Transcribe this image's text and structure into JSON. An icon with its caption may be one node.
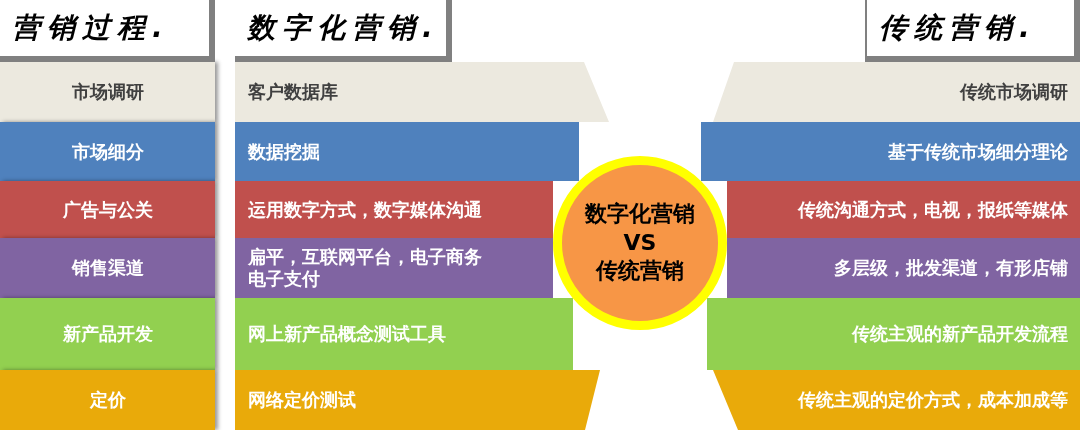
{
  "diagram": {
    "nodes": [
      {
        "text": [
          "营销过程."
        ]
      },
      {
        "text": [
          "数字化营销."
        ]
      },
      {
        "text": [
          "传统营销."
        ]
      },
      {
        "text": [
          "市场调研"
        ]
      },
      {
        "text": [
          "客户数据库"
        ]
      },
      {
        "text": [
          "传统市场调研"
        ]
      },
      {
        "text": [
          "市场细分"
        ]
      },
      {
        "text": [
          "数据挖掘"
        ]
      },
      {
        "text": [
          "基于传统市场细分理论"
        ]
      },
      {
        "text": [
          "广告与公关"
        ]
      },
      {
        "text": [
          "运用数字方式，数字媒体沟通"
        ]
      },
      {
        "text": [
          "传统沟通方式，电视，报纸等媒体"
        ]
      },
      {
        "text": [
          "销售渠道"
        ]
      },
      {
        "text": [
          "扁平，互联网平台，电子商务电子支付"
        ]
      },
      {
        "text": [
          "多层级，批发渠道，有形店铺"
        ]
      },
      {
        "text": [
          "新产品开发"
        ]
      },
      {
        "text": [
          "网上新产品概念测试工具"
        ]
      },
      {
        "text": [
          "传统主观的新产品开发流程"
        ]
      },
      {
        "text": [
          "定价"
        ]
      },
      {
        "text": [
          "网络定价测试"
        ]
      },
      {
        "text": [
          "传统主观的定价方式，成本加成等"
        ]
      },
      {
        "text": [
          "数字化营销",
          "VS",
          "传统营销"
        ]
      }
    ]
  }
}
